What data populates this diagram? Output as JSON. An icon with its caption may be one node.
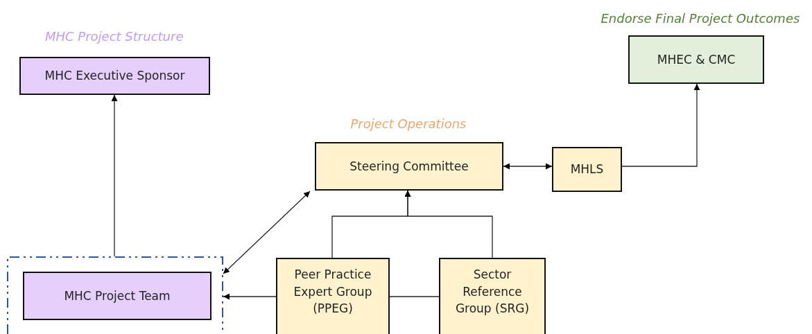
{
  "diagram": {
    "nodes": [
      {
        "text": [
          "MHC Executive Sponsor"
        ],
        "beside": [
          "MHC Project Structure"
        ]
      },
      {
        "text": [],
        "shape": "box"
      },
      {
        "text": [
          "MHC Project Team"
        ],
        "in": 1
      },
      {
        "text": [
          "Steering Committee"
        ],
        "beside": [
          "Project Operations"
        ]
      },
      {
        "text": [
          "MHLS"
        ]
      },
      {
        "text": [
          "MHEC & CMC"
        ],
        "beside": [
          "Endorse Final Project Outcomes"
        ]
      },
      {
        "text": [
          "Peer Practice Expert Group (PPEG)"
        ]
      },
      {
        "text": [
          "Sector Reference Group (SRG)"
        ]
      }
    ],
    "edges": [
      {
        "from": 1,
        "to": 0,
        "arrow": "to"
      },
      {
        "from": 1,
        "to": 3,
        "arrow": "both"
      },
      {
        "from": 6,
        "to": 3,
        "arrow": "to"
      },
      {
        "from": 7,
        "to": 3,
        "arrow": "to"
      },
      {
        "from": 3,
        "to": 4,
        "arrow": "both"
      },
      {
        "from": 4,
        "to": 5,
        "arrow": "to"
      },
      {
        "from": 6,
        "to": 1,
        "arrow": "to"
      },
      {
        "from": 7,
        "to": 6,
        "arrow": "none"
      }
    ]
  }
}
